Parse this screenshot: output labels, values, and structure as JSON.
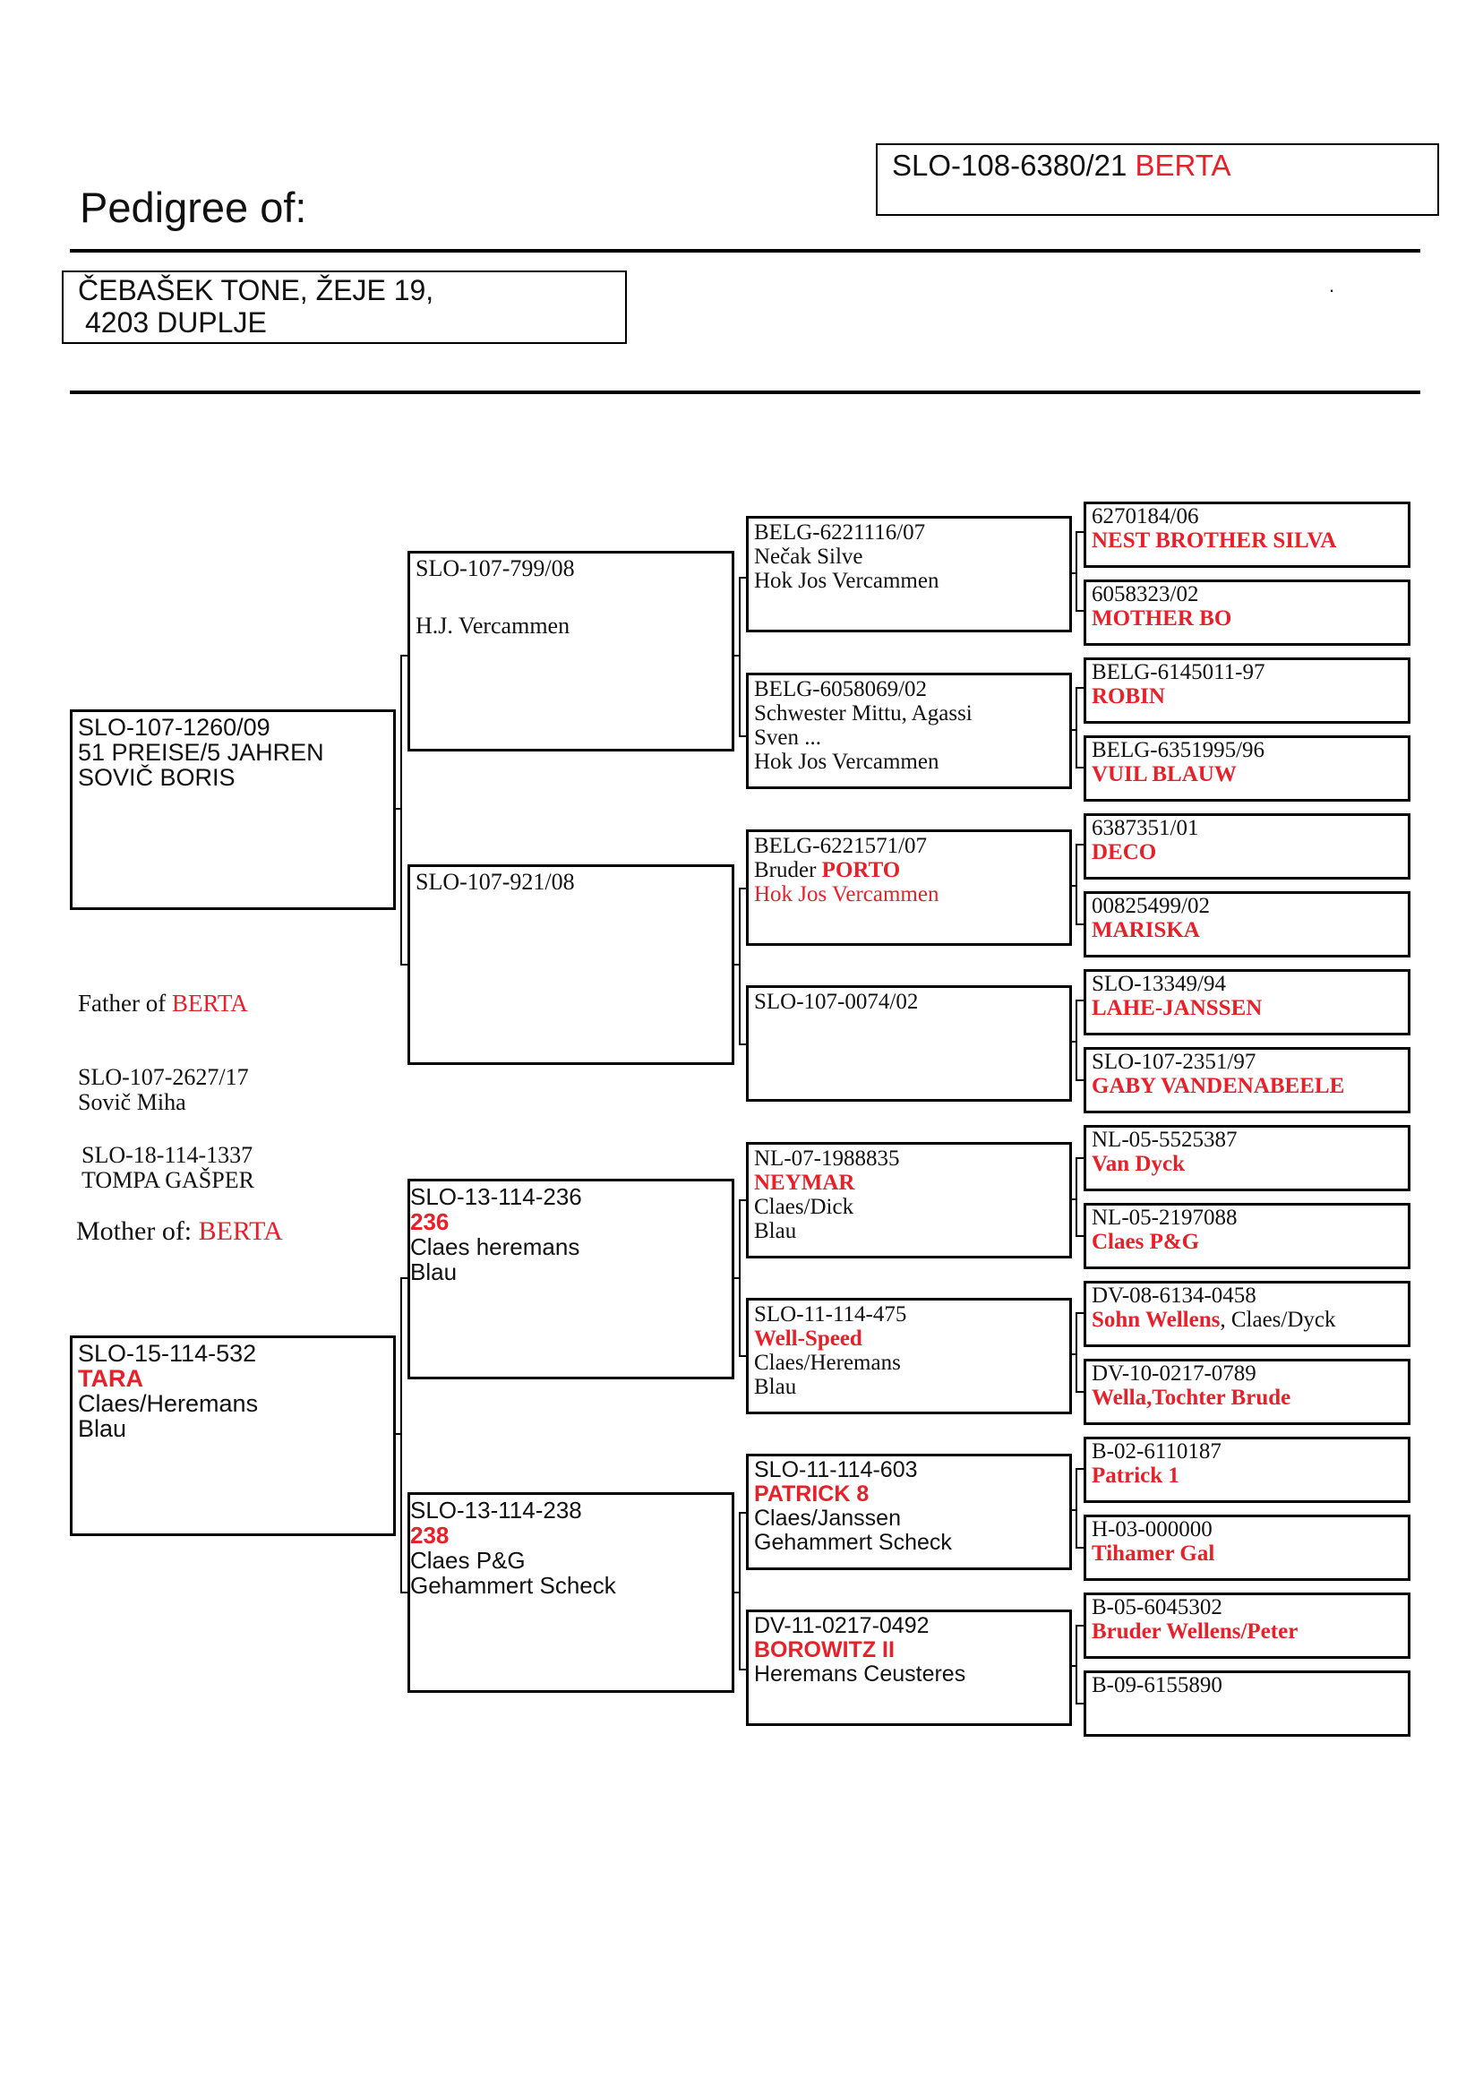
{
  "header": {
    "title": "Pedigree of:",
    "pigeon_ring": "SLO-108-6380/21",
    "pigeon_name": "BERTA",
    "owner_line1": "ČEBAŠEK TONE, ŽEJE 19,",
    "owner_line2": "4203 DUPLJE",
    "dot": "."
  },
  "notes": {
    "father_label": "Father of",
    "father_name": "BERTA",
    "brother1_ring": "SLO-107-2627/17",
    "brother1_owner": "Sovič Miha",
    "brother2_ring": "SLO-18-114-1337",
    "brother2_owner": "TOMPA GAŠPER",
    "mother_label": "Mother of:",
    "mother_name": "BERTA"
  },
  "gen1": {
    "sire": {
      "ring": "SLO-107-1260/09",
      "line2": "51 PREISE/5 JAHREN",
      "line3": "SOVIČ BORIS"
    },
    "dam": {
      "ring": "SLO-15-114-532",
      "name": "TARA",
      "line3": "Claes/Heremans",
      "line4": "Blau"
    }
  },
  "gen2": {
    "ss": {
      "ring": "SLO-107-799/08",
      "line2": "H.J. Vercammen"
    },
    "sd": {
      "ring": "SLO-107-921/08"
    },
    "ds": {
      "ring": "SLO-13-114-236",
      "name": "236",
      "line3": "Claes heremans",
      "line4": "Blau"
    },
    "dd": {
      "ring": "SLO-13-114-238",
      "name": "238",
      "line3": "Claes P&G",
      "line4": "Gehammert Scheck"
    }
  },
  "gen3": {
    "sss": {
      "ring": "BELG-6221116/07",
      "line2": "Nečak Silve",
      "line3": "Hok Jos Vercammen"
    },
    "ssd": {
      "ring": "BELG-6058069/02",
      "line2": "Schwester Mittu, Agassi",
      "line3": "Sven ...",
      "line4": "Hok Jos Vercammen"
    },
    "sds": {
      "ring": "BELG-6221571/07",
      "prefix": "Bruder",
      "name": "PORTO",
      "line3": "Hok Jos Vercammen"
    },
    "sdd": {
      "ring": "SLO-107-0074/02"
    },
    "dss": {
      "ring": "NL-07-1988835",
      "name": "NEYMAR",
      "line3": "Claes/Dick",
      "line4": "Blau"
    },
    "dsd": {
      "ring": "SLO-11-114-475",
      "name": "Well-Speed",
      "line3": "Claes/Heremans",
      "line4": "Blau"
    },
    "dds": {
      "ring": "SLO-11-114-603",
      "name": "PATRICK 8",
      "line3": "Claes/Janssen",
      "line4": "Gehammert Scheck"
    },
    "ddd": {
      "ring": "DV-11-0217-0492",
      "name": "BOROWITZ II",
      "line3": "Heremans Ceusteres"
    }
  },
  "gen4": [
    {
      "ring": "6270184/06",
      "name": "NEST BROTHER SILVA"
    },
    {
      "ring": "6058323/02",
      "name": "MOTHER BO"
    },
    {
      "ring": "BELG-6145011-97",
      "name": "ROBIN"
    },
    {
      "ring": "BELG-6351995/96",
      "name": "VUIL BLAUW"
    },
    {
      "ring": "6387351/01",
      "name": "DECO"
    },
    {
      "ring": "00825499/02",
      "name": "MARISKA"
    },
    {
      "ring": "SLO-13349/94",
      "name": "LAHE-JANSSEN"
    },
    {
      "ring": "SLO-107-2351/97",
      "name": "GABY VANDENABEELE"
    },
    {
      "ring": "NL-05-5525387",
      "name": "Van Dyck"
    },
    {
      "ring": "NL-05-2197088",
      "name": "Claes P&G"
    },
    {
      "ring": "DV-08-6134-0458",
      "name": "Sohn Wellens",
      "suffix": ", Claes/Dyck"
    },
    {
      "ring": "DV-10-0217-0789",
      "name": "Wella,Tochter Brude"
    },
    {
      "ring": "B-02-6110187",
      "name": "Patrick 1"
    },
    {
      "ring": "H-03-000000",
      "name": "Tihamer Gal"
    },
    {
      "ring": "B-05-6045302",
      "name": "Bruder Wellens/Peter"
    },
    {
      "ring": "B-09-6155890",
      "name": ""
    }
  ],
  "colors": {
    "accent_red": "#e8202a",
    "border": "#000000"
  }
}
